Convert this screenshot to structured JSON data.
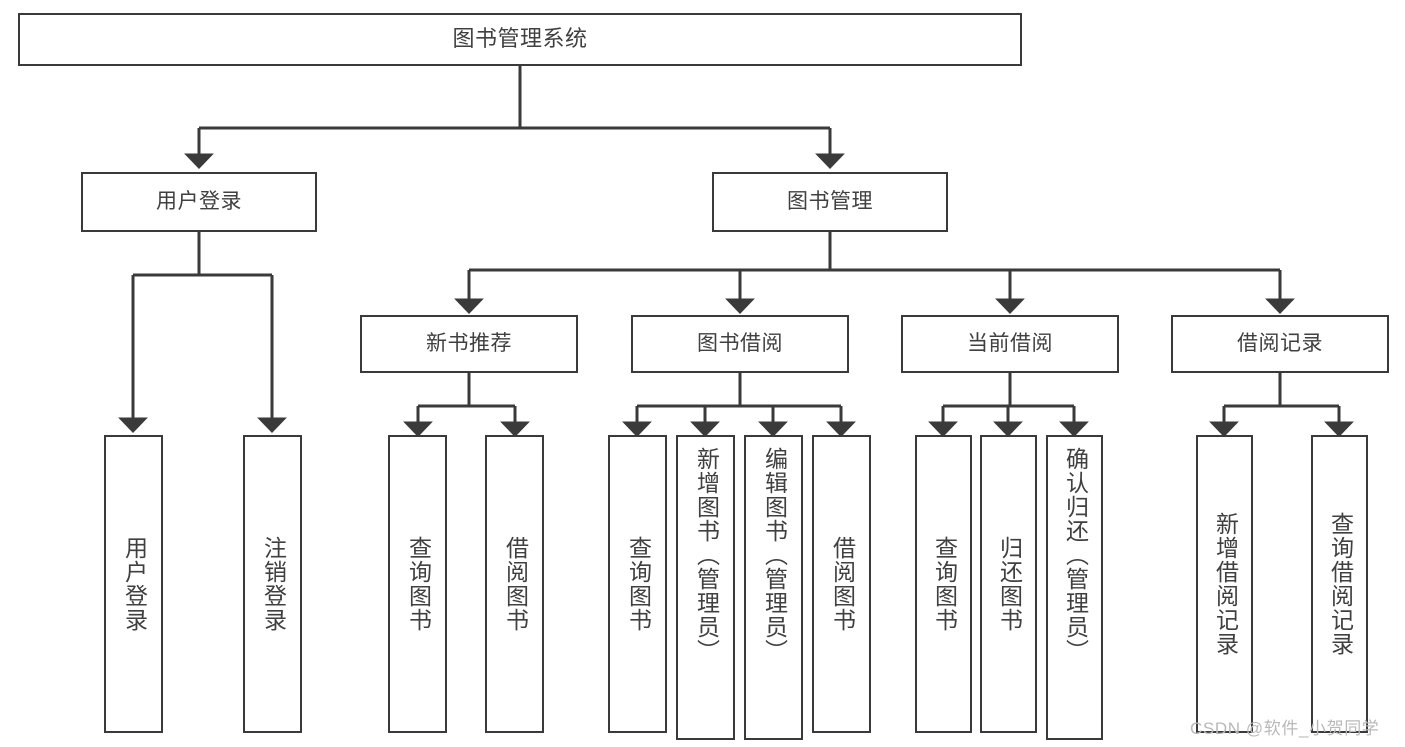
{
  "diagram": {
    "title": "图书管理系统",
    "type": "tree-hierarchy",
    "colors": {
      "stroke": "#3a3a3a",
      "box_fill": "#ffffff",
      "text": "#404040",
      "background": "#ffffff",
      "watermark": "#b9b9b9"
    },
    "watermark": "CSDN @软件_小贺同学",
    "levels": {
      "root": "图书管理系统",
      "level2": [
        "用户登录",
        "图书管理"
      ],
      "level3": [
        "新书推荐",
        "图书借阅",
        "当前借阅",
        "借阅记录"
      ]
    },
    "nodes": {
      "root": {
        "label": "图书管理系统"
      },
      "user_login": {
        "label": "用户登录"
      },
      "book_manage": {
        "label": "图书管理"
      },
      "new_book_rec": {
        "label": "新书推荐"
      },
      "book_borrow": {
        "label": "图书借阅"
      },
      "current_borrow": {
        "label": "当前借阅"
      },
      "borrow_record": {
        "label": "借阅记录"
      },
      "leaf_user_login": {
        "label": "用户登录"
      },
      "leaf_user_logout": {
        "label": "注销登录"
      },
      "leaf_query_book_1": {
        "label": "查询图书"
      },
      "leaf_borrow_book_1": {
        "label": "借阅图书"
      },
      "leaf_query_book_2": {
        "label": "查询图书"
      },
      "leaf_add_book": {
        "label": "新增图书（管理员）"
      },
      "leaf_edit_book": {
        "label": "编辑图书（管理员）"
      },
      "leaf_borrow_book_2": {
        "label": "借阅图书"
      },
      "leaf_query_book_3": {
        "label": "查询图书"
      },
      "leaf_return_book": {
        "label": "归还图书"
      },
      "leaf_confirm_return": {
        "label": "确认归还（管理员）"
      },
      "leaf_add_record": {
        "label": "新增借阅记录"
      },
      "leaf_query_record": {
        "label": "查询借阅记录"
      }
    },
    "edges": [
      {
        "from": "root",
        "to": "user_login"
      },
      {
        "from": "root",
        "to": "book_manage"
      },
      {
        "from": "user_login",
        "to": "leaf_user_login"
      },
      {
        "from": "user_login",
        "to": "leaf_user_logout"
      },
      {
        "from": "book_manage",
        "to": "new_book_rec"
      },
      {
        "from": "book_manage",
        "to": "book_borrow"
      },
      {
        "from": "book_manage",
        "to": "current_borrow"
      },
      {
        "from": "book_manage",
        "to": "borrow_record"
      },
      {
        "from": "new_book_rec",
        "to": "leaf_query_book_1"
      },
      {
        "from": "new_book_rec",
        "to": "leaf_borrow_book_1"
      },
      {
        "from": "book_borrow",
        "to": "leaf_query_book_2"
      },
      {
        "from": "book_borrow",
        "to": "leaf_add_book"
      },
      {
        "from": "book_borrow",
        "to": "leaf_edit_book"
      },
      {
        "from": "book_borrow",
        "to": "leaf_borrow_book_2"
      },
      {
        "from": "current_borrow",
        "to": "leaf_query_book_3"
      },
      {
        "from": "current_borrow",
        "to": "leaf_return_book"
      },
      {
        "from": "current_borrow",
        "to": "leaf_confirm_return"
      },
      {
        "from": "borrow_record",
        "to": "leaf_add_record"
      },
      {
        "from": "borrow_record",
        "to": "leaf_query_record"
      }
    ]
  }
}
